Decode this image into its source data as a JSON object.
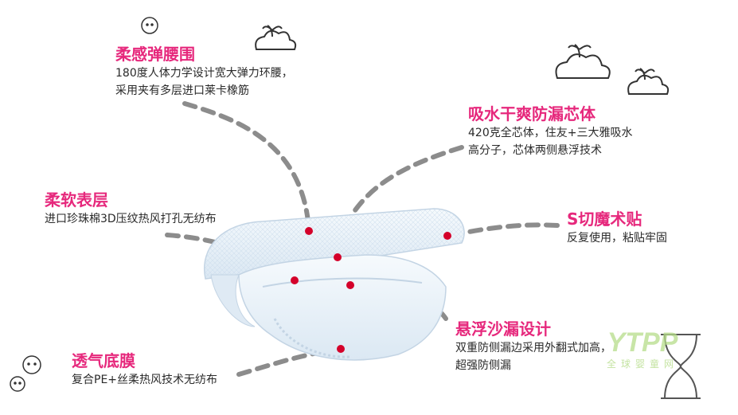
{
  "features": [
    {
      "id": "waist",
      "title": "柔感弹腰围",
      "lines": [
        "180度人体力学设计宽大弹力环腰，",
        "采用夹有多层进口莱卡橡筋"
      ]
    },
    {
      "id": "absorb",
      "title": "吸水干爽防漏芯体",
      "lines": [
        "420克全芯体，住友+三大雅吸水",
        "高分子，芯体两侧悬浮技术"
      ]
    },
    {
      "id": "surface",
      "title": "柔软表层",
      "lines": [
        "进口珍珠棉3D压纹热风打孔无纺布"
      ]
    },
    {
      "id": "tape",
      "title": "S切魔术贴",
      "lines": [
        "反复使用，粘贴牢固"
      ]
    },
    {
      "id": "leak",
      "title": "悬浮沙漏设计",
      "lines": [
        "双重防侧漏边采用外翻式加高，",
        "超强防侧漏"
      ]
    },
    {
      "id": "breath",
      "title": "透气底膜",
      "lines": [
        "复合PE+丝柔热风技术无纺布"
      ]
    }
  ],
  "watermark": {
    "brand": "YTPP",
    "tagline": "全球婴童网"
  },
  "colors": {
    "accent": "#e6287c",
    "dot": "#d4002a",
    "dash": "#8c8c8c",
    "text": "#2a2a2a",
    "diaper": "#e8f1f8"
  },
  "icons": [
    "cloud-sprout-icon",
    "baby-face-icon",
    "hourglass-icon"
  ]
}
